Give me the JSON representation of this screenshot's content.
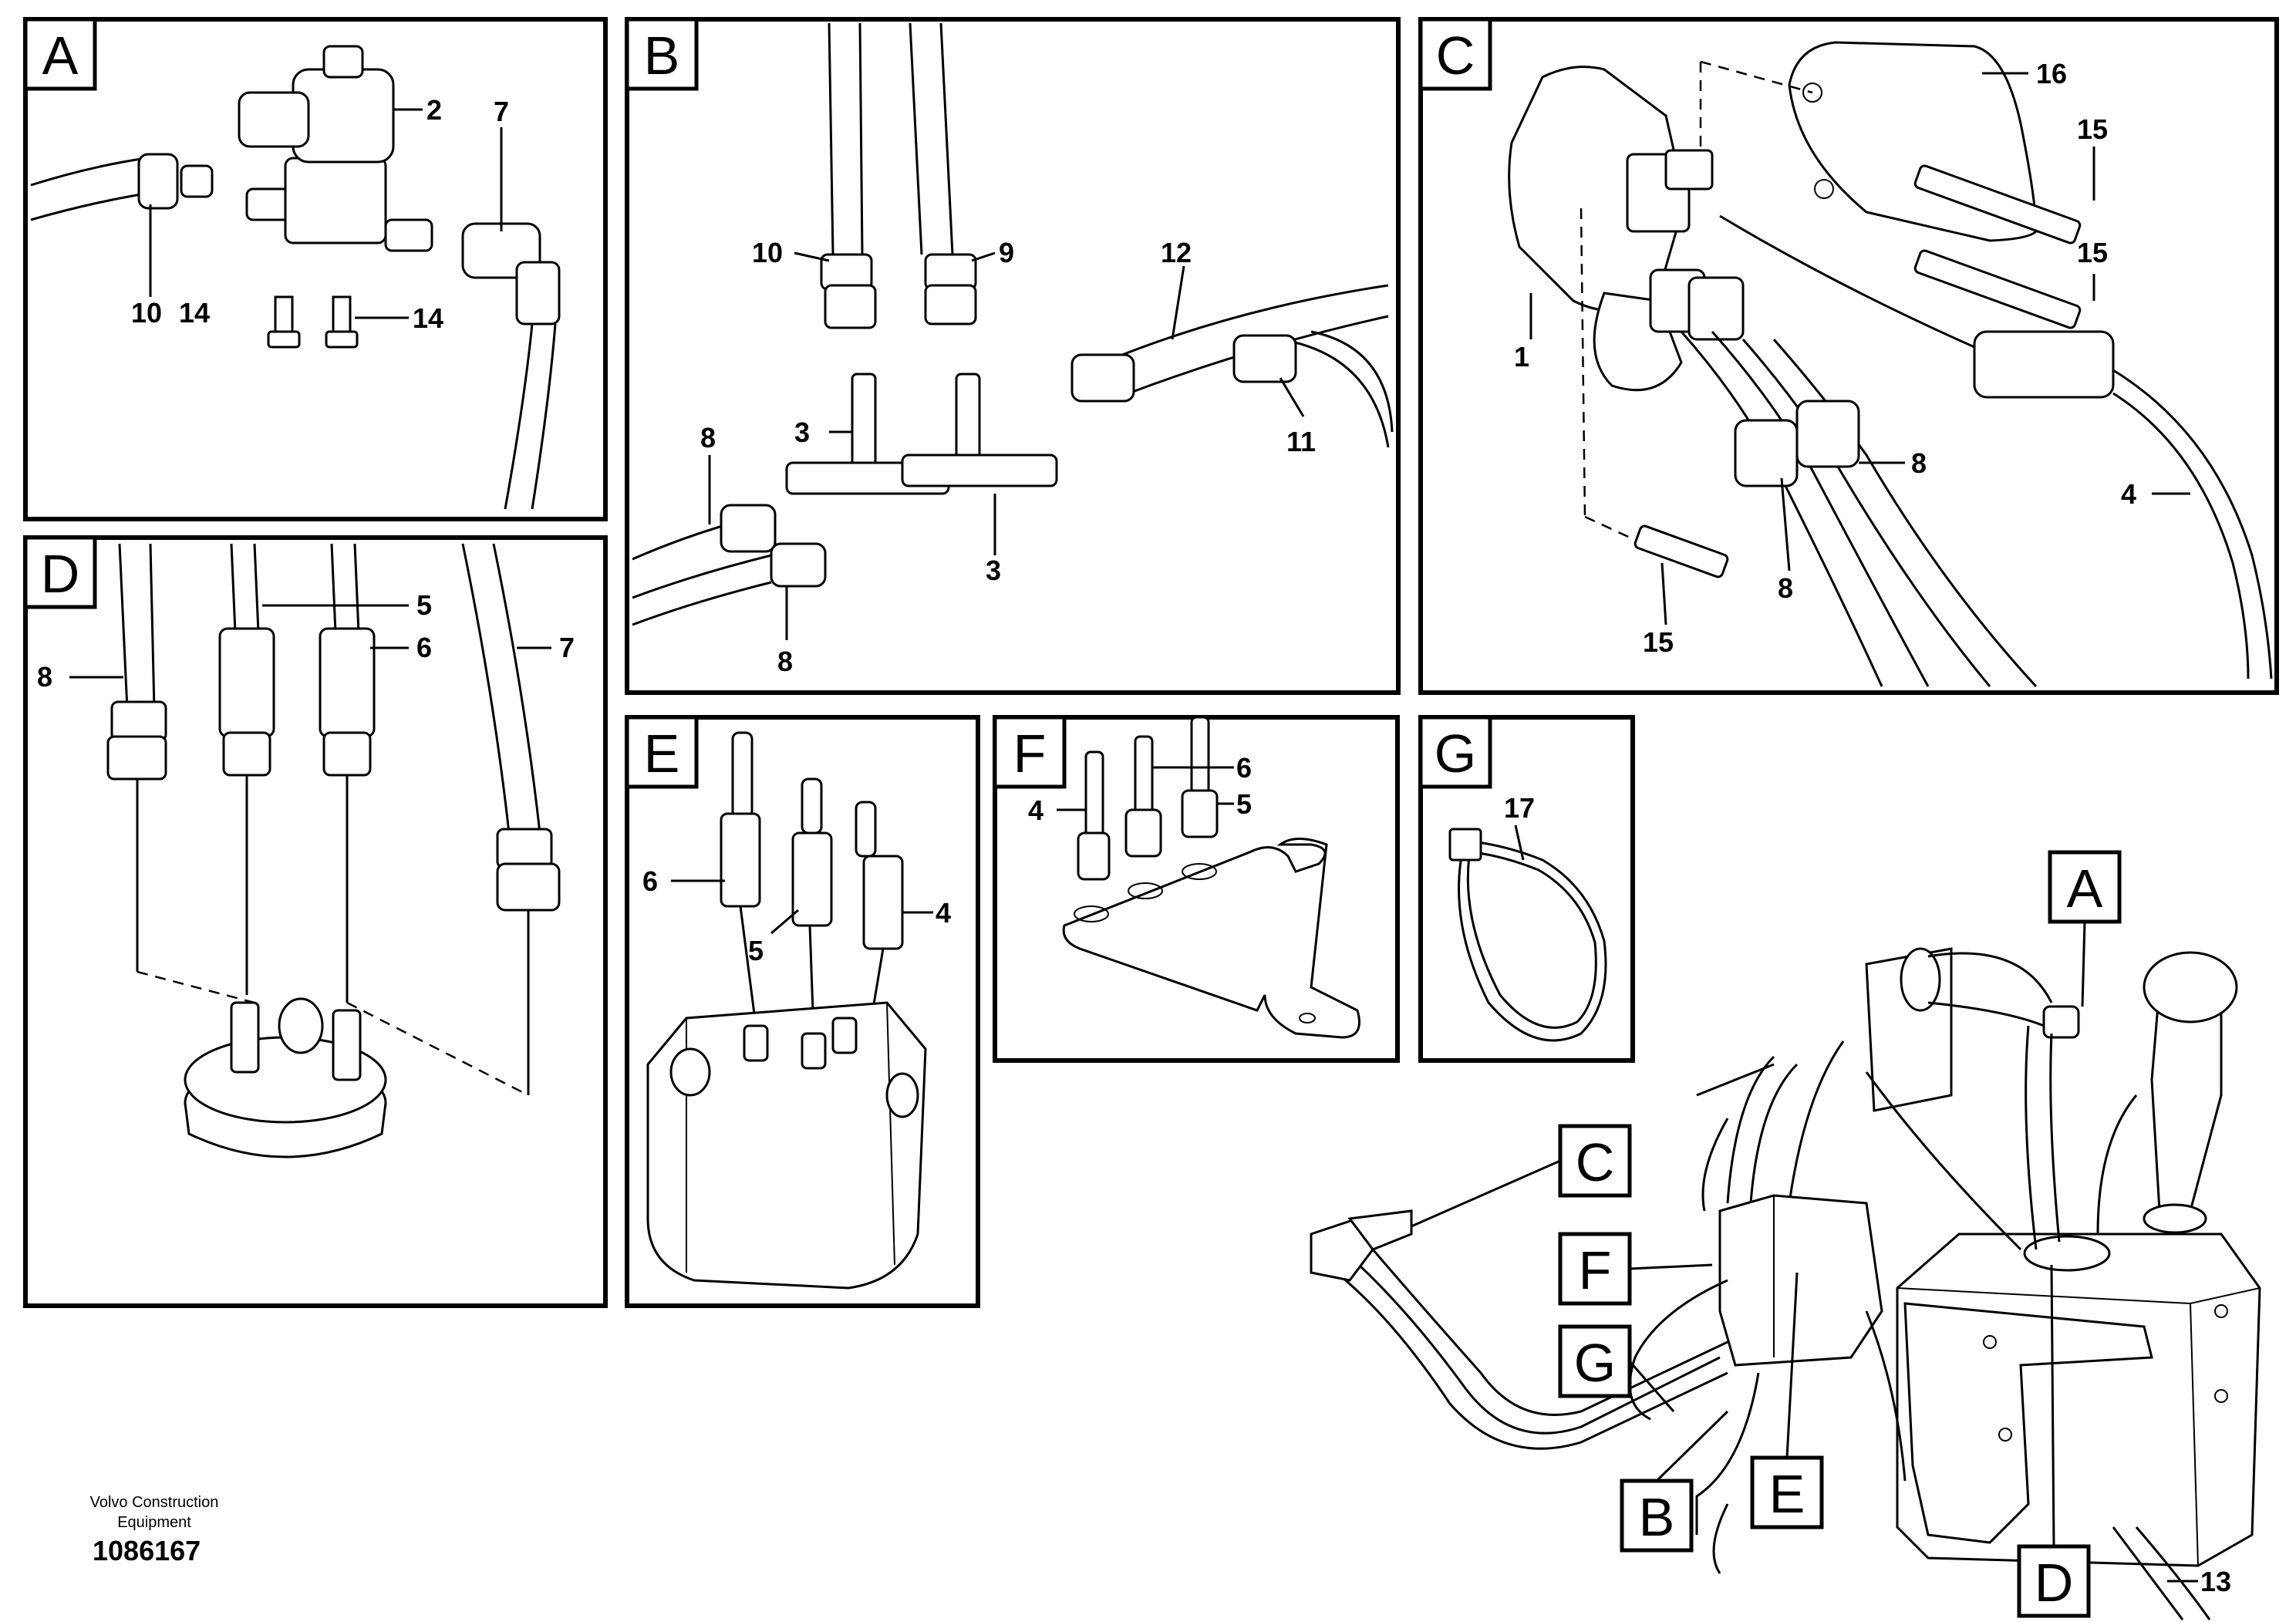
{
  "panels": [
    {
      "id": "A",
      "callouts": [
        "2",
        "7",
        "10",
        "14",
        "14"
      ]
    },
    {
      "id": "B",
      "callouts": [
        "10",
        "9",
        "12",
        "8",
        "3",
        "11",
        "3",
        "8"
      ]
    },
    {
      "id": "C",
      "callouts": [
        "16",
        "15",
        "15",
        "1",
        "8",
        "4",
        "8",
        "15"
      ]
    },
    {
      "id": "D",
      "callouts": [
        "5",
        "8",
        "6",
        "7"
      ]
    },
    {
      "id": "E",
      "callouts": [
        "6",
        "4",
        "5"
      ]
    },
    {
      "id": "F",
      "callouts": [
        "6",
        "4",
        "5"
      ]
    },
    {
      "id": "G",
      "callouts": [
        "17"
      ]
    }
  ],
  "overview": {
    "tags": [
      "A",
      "C",
      "F",
      "G",
      "B",
      "E",
      "D"
    ],
    "callouts": [
      "13"
    ]
  },
  "footer": {
    "manufacturer": "Volvo Construction",
    "manufacturer_line2": "Equipment",
    "doc_number": "1086167"
  }
}
